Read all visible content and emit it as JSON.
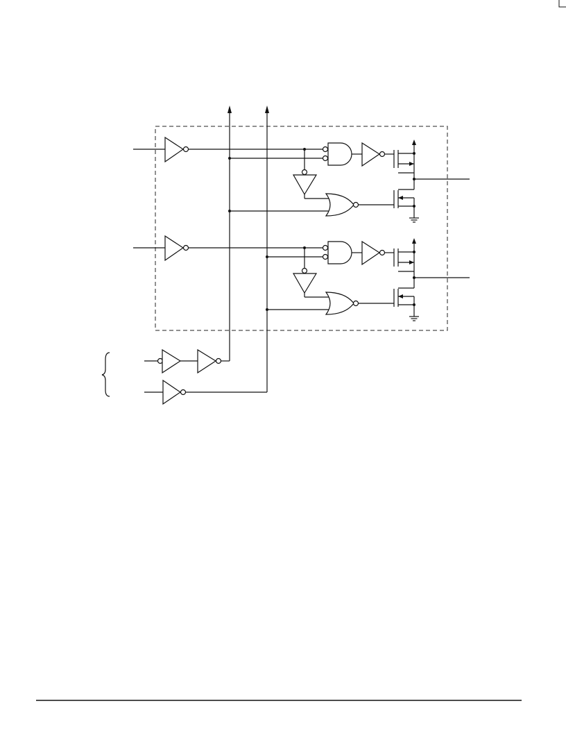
{
  "page": {
    "rule_color": "#111111",
    "corner_mark": "corner-crop-mark"
  },
  "diagram": {
    "kind": "output-buffer-logic-schematic",
    "enclosure": "dashed",
    "channels": 2,
    "control_inputs": 2,
    "labels": []
  }
}
